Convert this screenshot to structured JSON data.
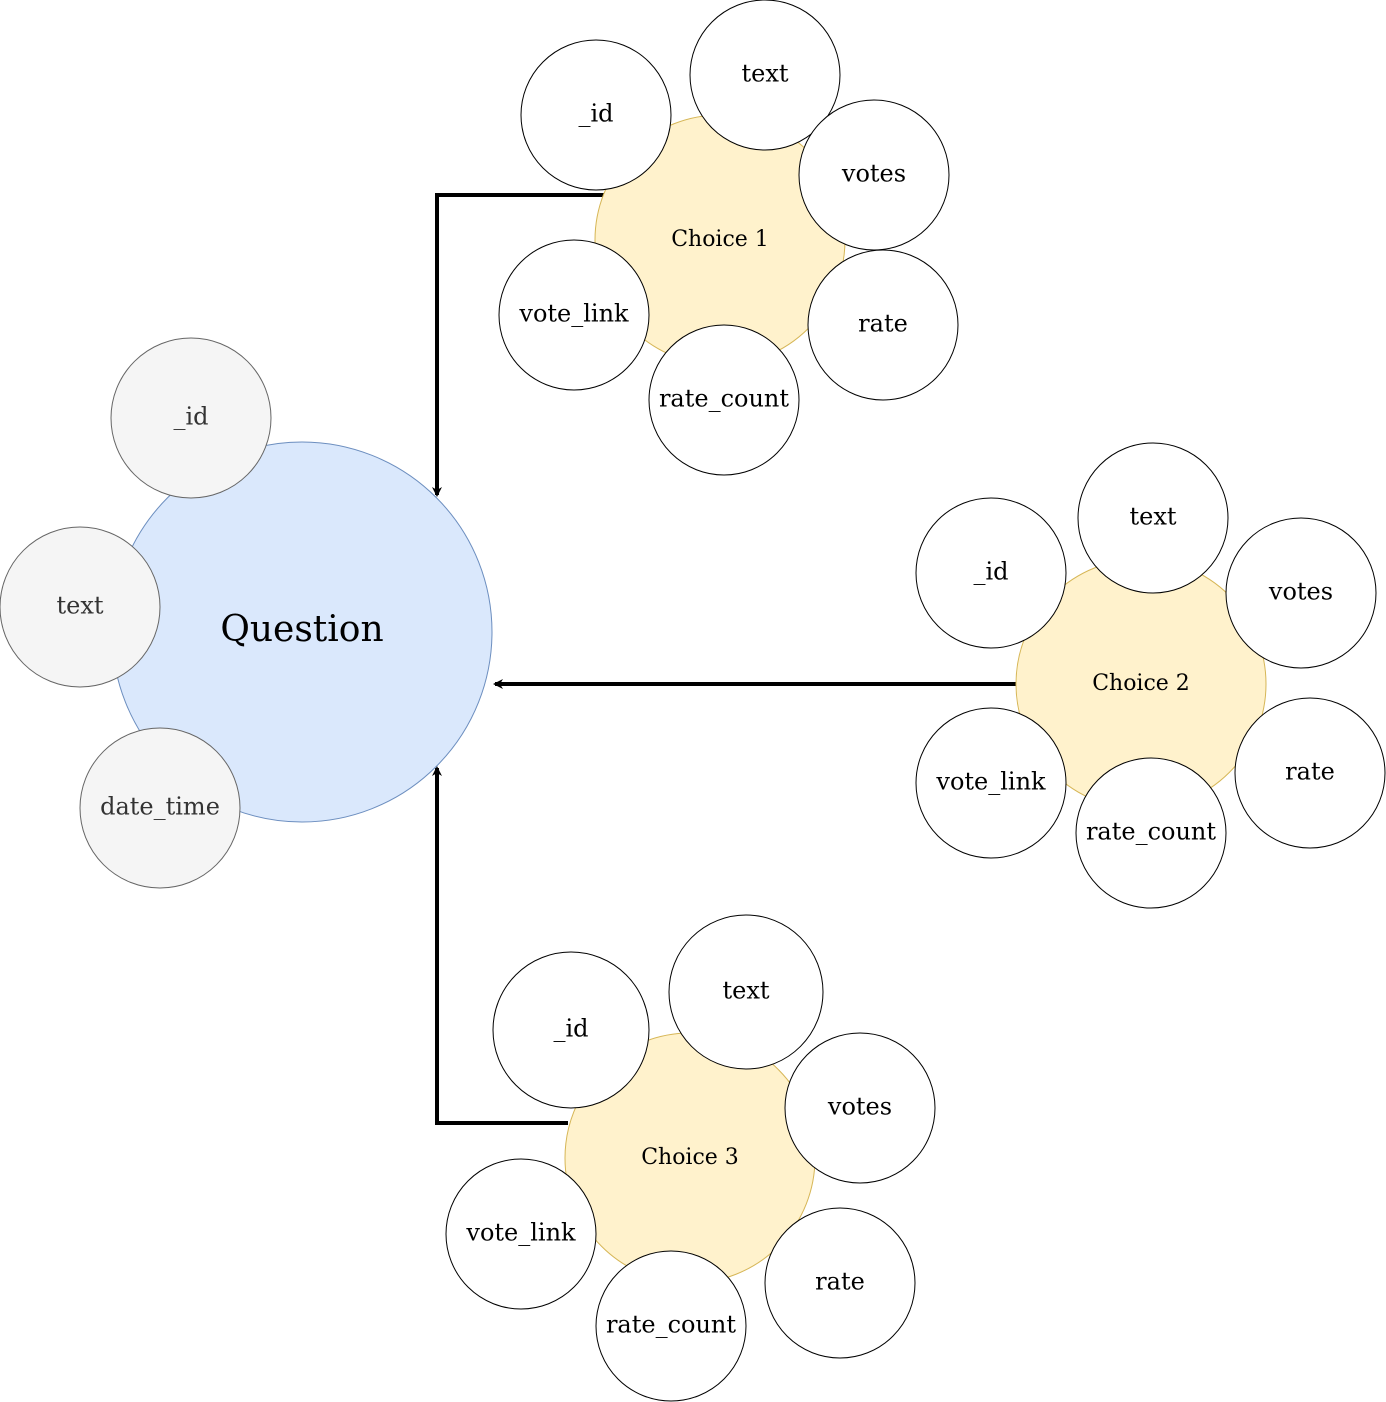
{
  "diagram": {
    "question": {
      "label": "Question",
      "fill": "#dae8fc",
      "stroke": "#6c8ebf",
      "fields": [
        "_id",
        "text",
        "date_time"
      ],
      "field_fill": "#f5f5f5",
      "field_stroke": "#666666",
      "field_text_color": "#333333"
    },
    "choices": [
      {
        "label": "Choice 1",
        "fields": [
          "_id",
          "text",
          "votes",
          "vote_link",
          "rate",
          "rate_count"
        ]
      },
      {
        "label": "Choice 2",
        "fields": [
          "_id",
          "text",
          "votes",
          "vote_link",
          "rate",
          "rate_count"
        ]
      },
      {
        "label": "Choice 3",
        "fields": [
          "_id",
          "text",
          "votes",
          "vote_link",
          "rate",
          "rate_count"
        ]
      }
    ],
    "choice_fill": "#fff2cc",
    "choice_stroke": "#d6b656",
    "field_fill": "#ffffff",
    "field_stroke": "#000000",
    "arrow_color": "#000000"
  }
}
